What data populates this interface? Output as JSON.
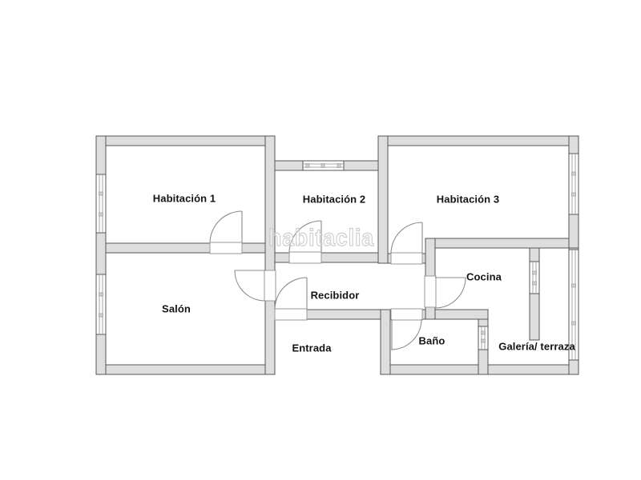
{
  "watermark": {
    "text": "habitaclia"
  },
  "rooms": [
    {
      "id": "habitacion-1",
      "label": "Habitación 1"
    },
    {
      "id": "habitacion-2",
      "label": "Habitación 2"
    },
    {
      "id": "habitacion-3",
      "label": "Habitación 3"
    },
    {
      "id": "salon",
      "label": "Salón"
    },
    {
      "id": "recibidor",
      "label": "Recibidor"
    },
    {
      "id": "entrada",
      "label": "Entrada"
    },
    {
      "id": "cocina",
      "label": "Cocina"
    },
    {
      "id": "bano",
      "label": "Baño"
    },
    {
      "id": "galeria-terraza",
      "label": "Galería/ terraza"
    }
  ],
  "colors": {
    "background": "#ffffff",
    "wall_fill": "#dedede",
    "wall_stroke": "#555555",
    "label_text": "#141414",
    "watermark": "#c9c9c9"
  }
}
